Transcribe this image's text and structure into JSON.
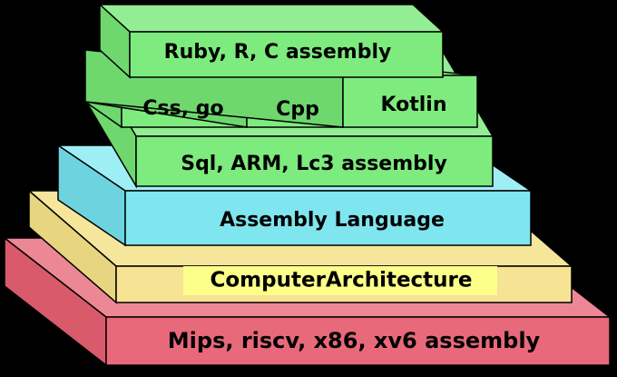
{
  "layers": [
    {
      "id": "mips",
      "label": "Mips, riscv, x86, xv6 assembly",
      "face": "#E8697A",
      "top": "#EC8896",
      "side": "#D85A6B",
      "label_bg": "#E8697A"
    },
    {
      "id": "arch",
      "label": "ComputerArchitecture",
      "face": "#F6E394",
      "top": "#F5E69C",
      "side": "#E8D57F",
      "label_bg": "#FCFF8A"
    },
    {
      "id": "asm",
      "label": "Assembly Language",
      "face": "#7FE6F0",
      "top": "#9EEFF5",
      "side": "#6DD4DF",
      "label_bg": "#7FE6F0"
    },
    {
      "id": "sql",
      "label": "Sql, ARM, Lc3 assembly",
      "face": "#7EEB7E",
      "top": "#93EE93",
      "side": "#6ED86E",
      "label_bg": "#7EEB7E"
    },
    {
      "id": "css",
      "label": "Css, go",
      "face": "#7EEB7E",
      "top": "#93EE93",
      "side": "#6ED86E",
      "label_bg": "#7EEB7E"
    },
    {
      "id": "cpp",
      "label": "Cpp",
      "face": "#7EEB7E",
      "top": "#93EE93",
      "side": "#6ED86E",
      "label_bg": "#7EEB7E"
    },
    {
      "id": "kotlin",
      "label": "Kotlin",
      "face": "#7EEB7E",
      "top": "#93EE93",
      "side": "#6ED86E",
      "label_bg": "#7EEB7E"
    },
    {
      "id": "ruby",
      "label": "Ruby, R, C assembly",
      "face": "#7EEB7E",
      "top": "#93EE93",
      "side": "#6ED86E",
      "label_bg": "#7EEB7E"
    }
  ],
  "outline": "#000000",
  "background": "#000000"
}
